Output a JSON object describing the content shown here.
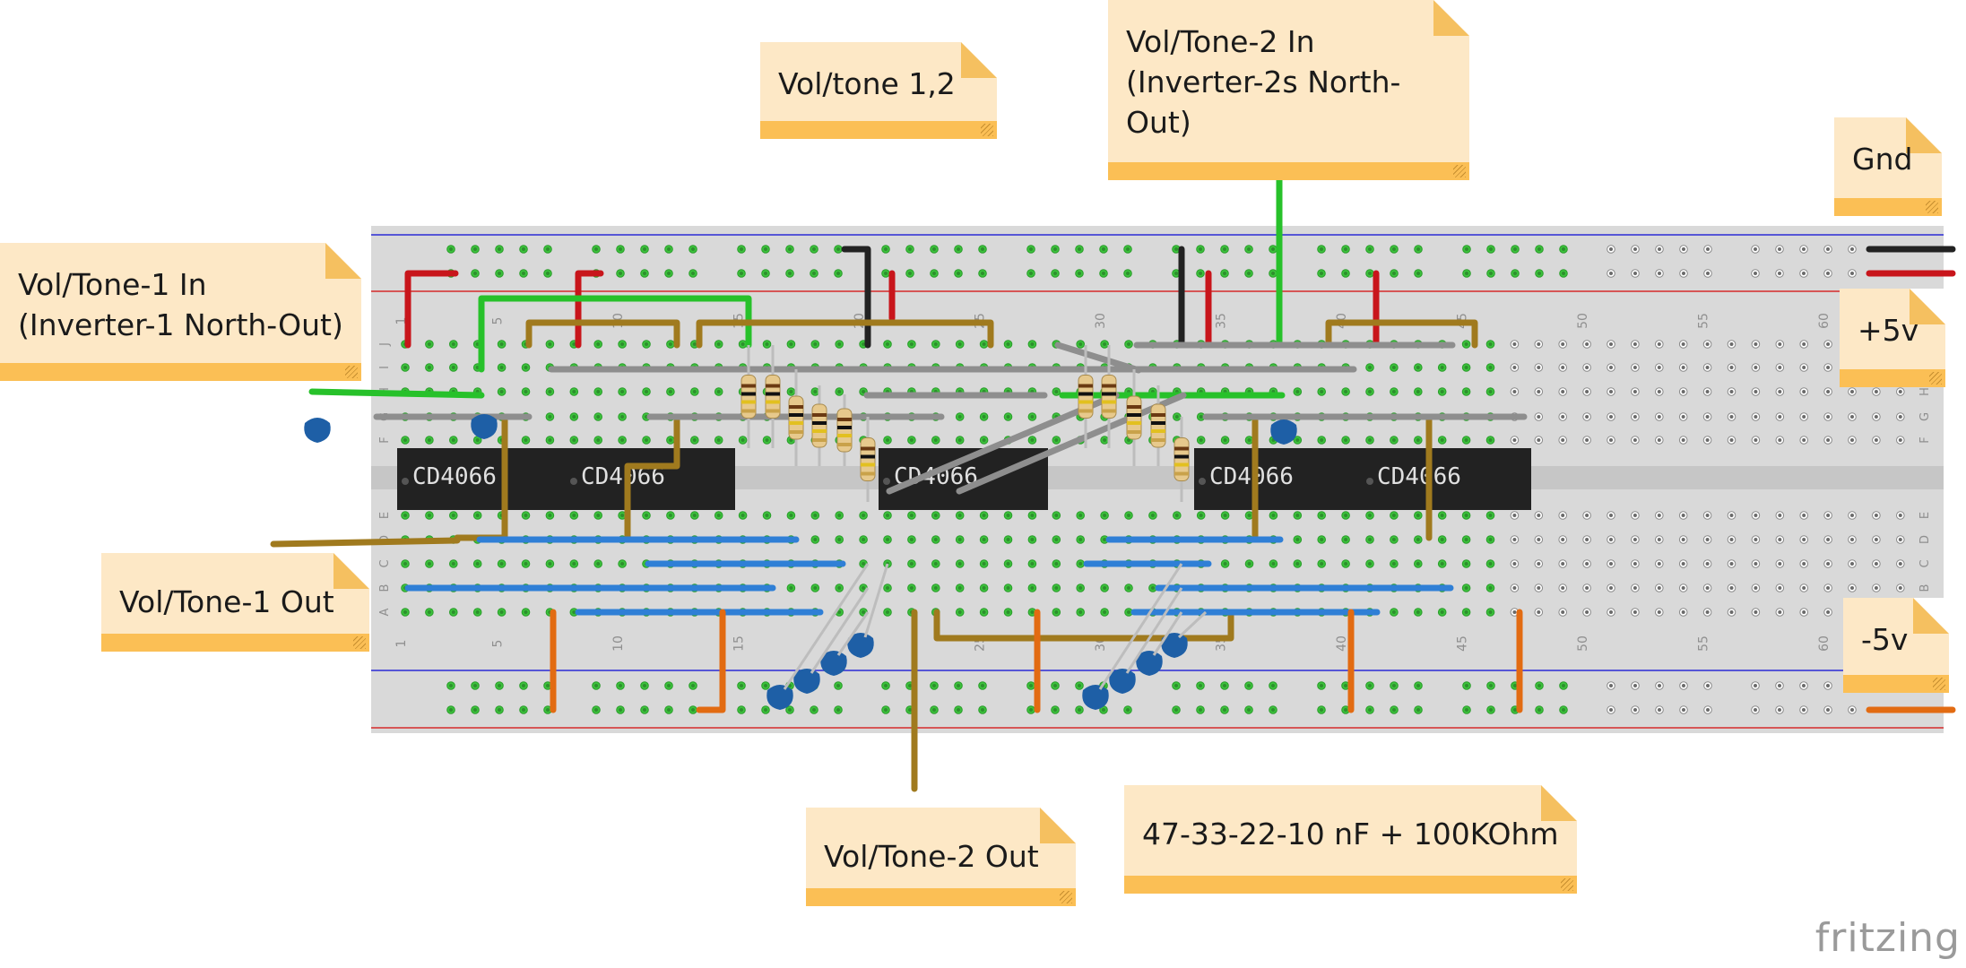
{
  "notes": {
    "vol_tone_12": "Vol/tone 1,2",
    "vol_tone_2_in": "Vol/Tone-2 In\n(Inverter-2s North-\nOut)",
    "gnd": "Gnd",
    "plus5v": "+5v",
    "minus5v": "-5v",
    "vol_tone_1_in": "Vol/Tone-1 In\n(Inverter-1 North-Out)",
    "vol_tone_1_out": "Vol/Tone-1 Out",
    "vol_tone_2_out": "Vol/Tone-2 Out",
    "caps_resistor": "47-33-22-10 nF + 100KOhm"
  },
  "chips": [
    "CD4066",
    "CD4066",
    "CD4066",
    "CD4066",
    "CD4066"
  ],
  "breadboard": {
    "column_numbers": [
      "1",
      "5",
      "10",
      "15",
      "20",
      "25",
      "30",
      "35",
      "40",
      "45",
      "50",
      "55",
      "60"
    ],
    "row_letters_top": [
      "J",
      "I",
      "H",
      "G",
      "F"
    ],
    "row_letters_bottom": [
      "E",
      "D",
      "C",
      "B",
      "A"
    ]
  },
  "logo": "fritzing",
  "colors": {
    "note_body": "#fde8c6",
    "note_foot": "#fbbf55",
    "wire_red": "#c8151b",
    "wire_black": "#222222",
    "wire_green": "#27c12a",
    "wire_brown": "#a07a1e",
    "wire_grey": "#8e8e8e",
    "wire_blue": "#2f7fd6",
    "wire_orange": "#e26b12",
    "capacitor": "#1e5fa6",
    "chip": "#222222"
  }
}
